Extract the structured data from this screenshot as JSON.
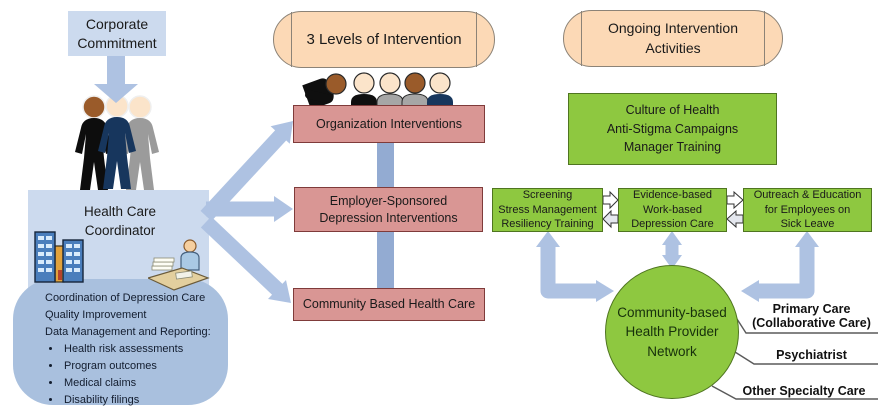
{
  "colors": {
    "light_box": "#ccdaee",
    "panel_blue": "#a9c0de",
    "arrow_blue": "#aec2e2",
    "band_blue": "#93abd2",
    "pink_fill": "#d99694",
    "pink_border": "#7f3b3a",
    "peach_fill": "#fcd9b6",
    "peach_border": "#8c8377",
    "green_fill": "#8ec840",
    "green_border": "#4f7520",
    "text_dark": "#1a1a1a"
  },
  "left": {
    "corporate_box_label": "Corporate Commitment",
    "coordinator_title": "Health Care Coordinator",
    "panel_lines": [
      "Coordination of Depression Care",
      "Quality Improvement",
      "Data Management and Reporting:"
    ],
    "panel_bullets": [
      "Health risk assessments",
      "Program outcomes",
      "Medical claims",
      "Disability filings"
    ]
  },
  "middle": {
    "header_cylinder": "3 Levels of Intervention",
    "org_box": "Organization Interventions",
    "employer_box": "Employer-Sponsored\nDepression Interventions",
    "community_box": "Community Based Health Care"
  },
  "right": {
    "header_cylinder": "Ongoing Intervention\nActivities",
    "culture_box": "Culture of Health\nAnti-Stigma Campaigns\nManager Training",
    "screening_box": "Screening\nStress Management\nResiliency Training",
    "evidence_box": "Evidence-based\nWork-based\nDepression Care",
    "outreach_box": "Outreach & Education\nfor Employees on\nSick Leave",
    "network_circle": "Community-based\nHealth Provider\nNetwork",
    "referrals": [
      "Primary Care\n(Collaborative Care)",
      "Psychiatrist",
      "Other Specialty Care"
    ]
  }
}
